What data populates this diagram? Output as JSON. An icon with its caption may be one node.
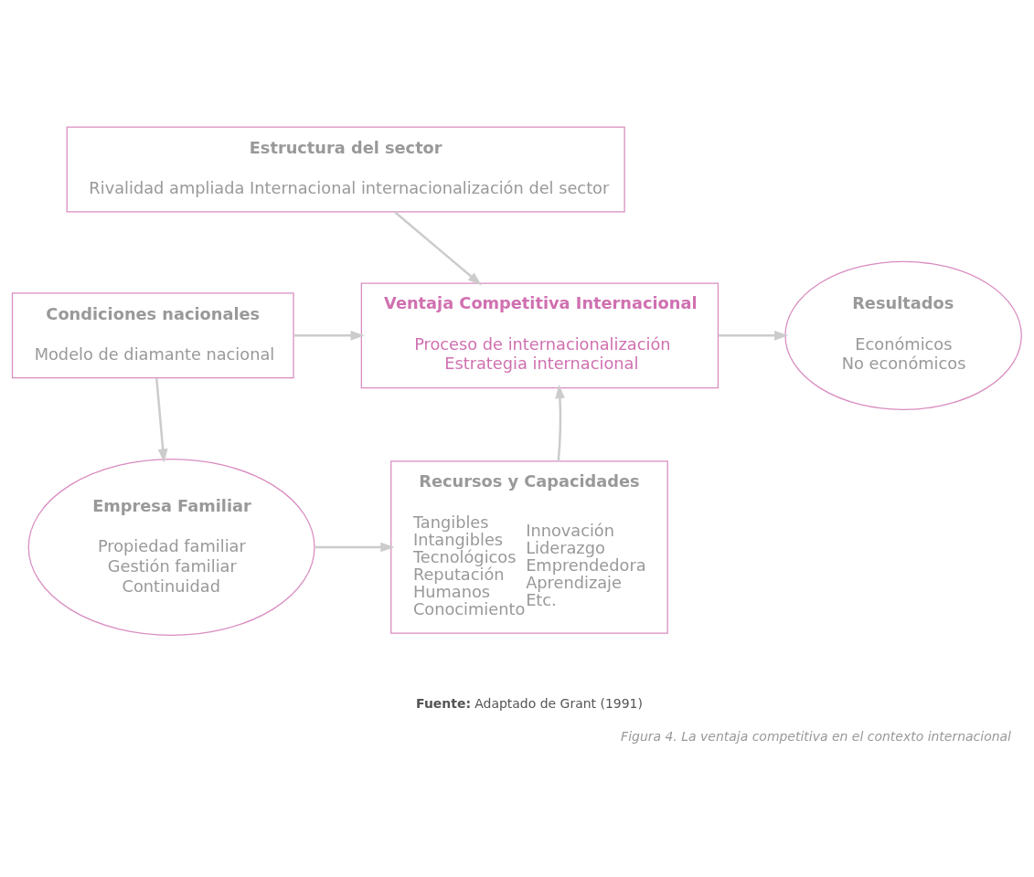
{
  "diagram": {
    "caption": "Figura 4. La ventaja competitiva en el contexto internacional",
    "nodes": [
      {
        "text": [
          "Estructura del sector",
          "Rivalidad ampliada Internacional internacionalización del sector"
        ]
      },
      {
        "text": [
          "Condiciones nacionales",
          "Modelo de diamante nacional"
        ]
      },
      {
        "text": [
          "Ventaja Competitiva Internacional",
          "Proceso de internacionalización",
          "Estrategia internacional"
        ]
      },
      {
        "text": [
          "Resultados",
          "Económicos",
          "No económicos"
        ]
      },
      {
        "text": [
          "Empresa Familiar",
          "Propiedad familiar",
          "Gestión familiar",
          "Continuidad"
        ]
      },
      {
        "text": [
          "Recursos y Capacidades",
          "Tangibles",
          "Intangibles",
          "Tecnológicos",
          "Reputación",
          "Humanos",
          "Conocimiento",
          "Innovación",
          "Liderazgo",
          "Emprendedora",
          "Aprendizaje",
          "Etc."
        ]
      }
    ],
    "edges": [
      {
        "from": 0,
        "to": 2,
        "arrow": "to"
      },
      {
        "from": 1,
        "to": 2,
        "arrow": "to"
      },
      {
        "from": 2,
        "to": 3,
        "arrow": "to"
      },
      {
        "from": 1,
        "to": 4,
        "arrow": "to"
      },
      {
        "from": 4,
        "to": 5,
        "arrow": "to"
      },
      {
        "from": 5,
        "to": 2,
        "arrow": "to"
      }
    ],
    "labels": [
      "**Fuente:** Adaptado de Grant (1991)"
    ]
  }
}
